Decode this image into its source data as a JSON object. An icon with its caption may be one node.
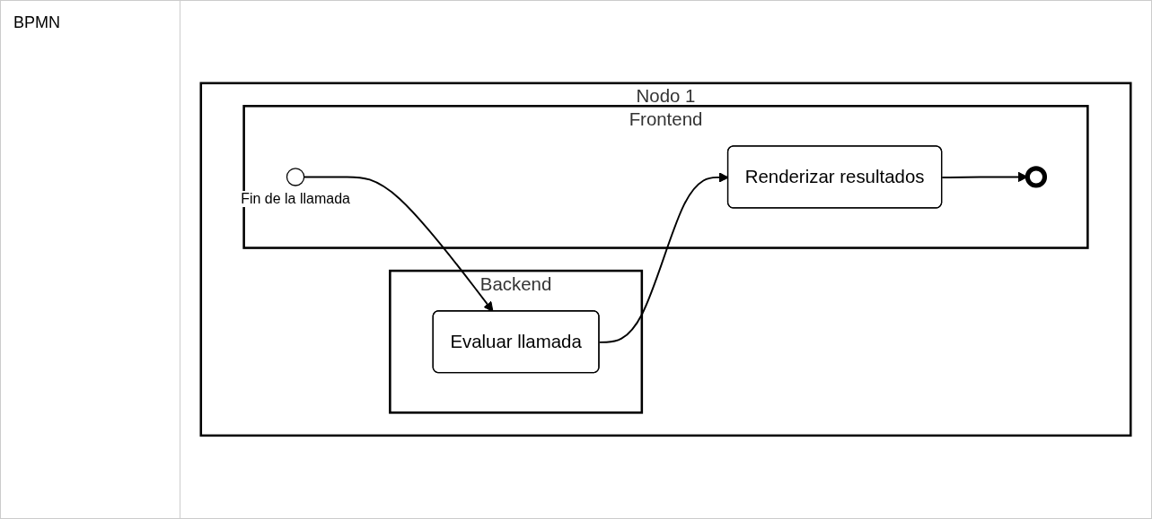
{
  "diagram": {
    "nodes": [
      {
        "text": [
          "Nodo 1"
        ]
      },
      {
        "text": [
          "Backend"
        ],
        "in": 0
      },
      {
        "text": [
          "Evaluar llamada"
        ],
        "in": 1
      },
      {
        "text": [
          "Frontend"
        ],
        "in": 0
      },
      {
        "text": [],
        "shape": "circle",
        "in": 3,
        "beside": [
          "Fin de la llamada"
        ]
      },
      {
        "text": [
          "Renderizar resultados"
        ],
        "in": 3
      },
      {
        "text": [],
        "shape": "circle",
        "in": 3
      }
    ],
    "edges": [
      {
        "from": 4,
        "to": 2,
        "arrow": "to"
      },
      {
        "from": 2,
        "to": 5,
        "arrow": "to"
      },
      {
        "from": 5,
        "to": 6,
        "arrow": "to"
      }
    ],
    "labels": [
      "BPMN"
    ]
  }
}
